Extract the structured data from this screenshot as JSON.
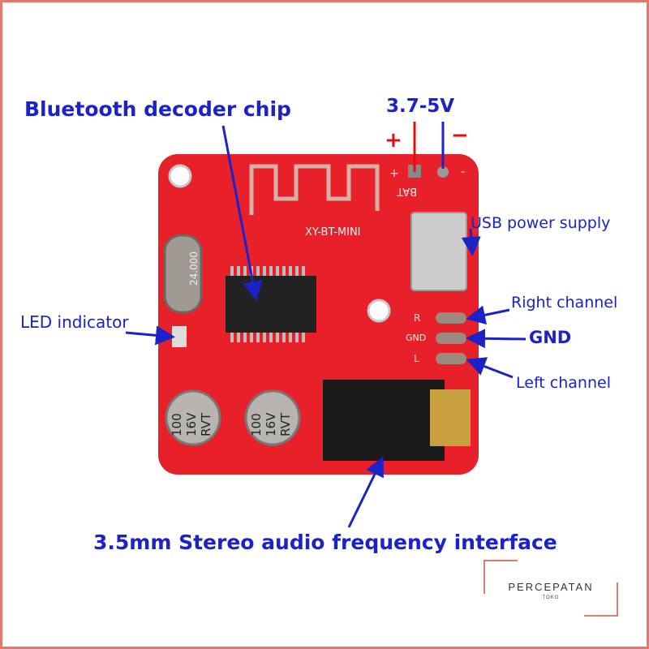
{
  "labels": {
    "chip": "Bluetooth decoder chip",
    "voltage": "3.7-5V",
    "plus": "+",
    "minus": "−",
    "usb": "USB power supply",
    "right": "Right channel",
    "gnd": "GND",
    "left": "Left channel",
    "led": "LED indicator",
    "jack": "3.5mm Stereo audio frequency interface"
  },
  "board": {
    "model": "XY-BT-MINI",
    "bat": "BAT",
    "bat_plus": "+",
    "bat_minus": "-",
    "crystal": "24.000",
    "pad_r": "R",
    "pad_gnd": "GND",
    "pad_l": "L",
    "cap_text": [
      "100",
      "16V",
      "RVT"
    ]
  },
  "logo": {
    "name": "PERCEPATAN",
    "sub": "TOKO"
  },
  "colors": {
    "board": "#e8202a",
    "label": "#1a22c8",
    "frame": "#e07a6a",
    "wire_plus": "#e01010"
  }
}
